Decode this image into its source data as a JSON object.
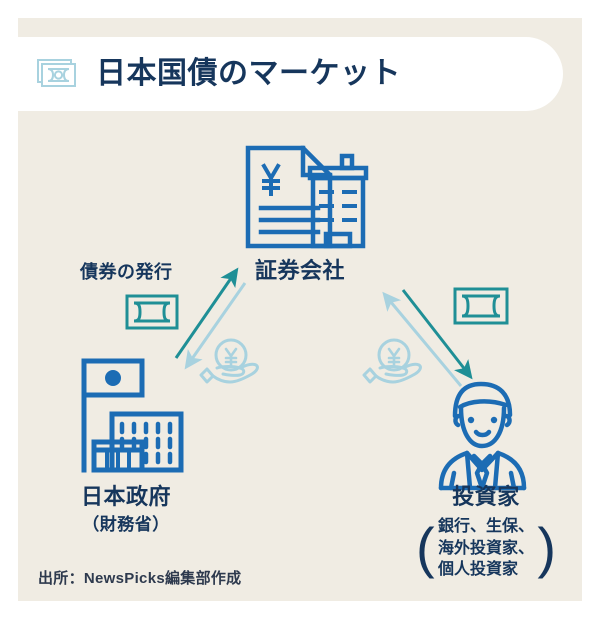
{
  "header": {
    "title": "日本国債のマーケット",
    "icon": "banknotes-icon",
    "icon_color": "#a8d2df",
    "background": "#ffffff"
  },
  "canvas": {
    "background": "#f0ece3",
    "page_background": "#ffffff"
  },
  "colors": {
    "navy": "#16365c",
    "blue_icon": "#1c6cb4",
    "teal": "#1f8f96",
    "light_blue": "#a8d2df"
  },
  "nodes": {
    "securities": {
      "title": "証券会社",
      "icon": "document-with-yen-and-building-icon"
    },
    "government": {
      "title": "日本政府",
      "subtitle": "（財務省）",
      "icon": "japan-flag-and-government-building-icon"
    },
    "investor": {
      "title": "投資家",
      "detail_lines": [
        "銀行、生保、",
        "海外投資家、",
        "個人投資家"
      ],
      "paren_left": "(",
      "paren_right": ")",
      "icon": "businessman-icon"
    }
  },
  "flows": {
    "issue": {
      "label": "債券の発行",
      "icon": "banknote-icon",
      "direction": "government-to-securities",
      "color": "#1f8f96"
    },
    "payment_left": {
      "icon": "hand-holding-yen-icon",
      "direction": "securities-to-government",
      "color": "#a8d2df"
    },
    "sale": {
      "icon": "banknote-icon",
      "direction": "securities-to-investor",
      "color": "#1f8f96"
    },
    "payment_right": {
      "icon": "hand-holding-yen-icon",
      "direction": "investor-to-securities",
      "color": "#a8d2df"
    }
  },
  "footer": {
    "source": "出所：NewsPicks編集部作成"
  }
}
